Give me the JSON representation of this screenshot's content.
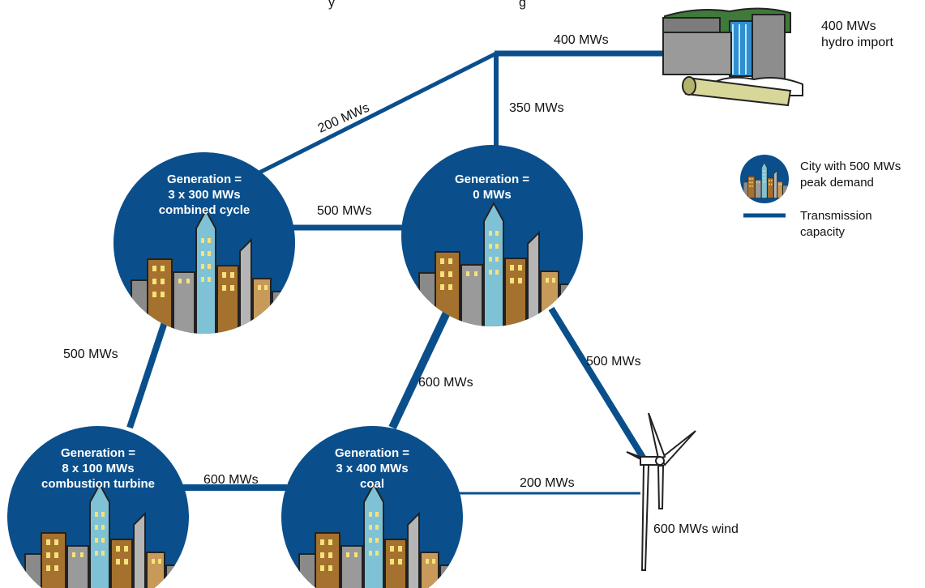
{
  "colors": {
    "line": "#0a4f8c",
    "circle": "#0a4f8c",
    "gen_text": "#ffffff"
  },
  "header_fragment": "y",
  "header_fragment_2": "g",
  "cities": [
    {
      "id": "nw",
      "lines": [
        "Generation =",
        "3 x 300 MWs",
        "combined cycle"
      ]
    },
    {
      "id": "ne",
      "lines": [
        "Generation =",
        "0 MWs"
      ]
    },
    {
      "id": "sw",
      "lines": [
        "Generation =",
        "8 x 100 MWs",
        "combustion turbine"
      ]
    },
    {
      "id": "se",
      "lines": [
        "Generation =",
        "3 x 400 MWs",
        "coal"
      ]
    }
  ],
  "links": {
    "hydro_line": "400 MWs",
    "junction_to_ne": "350 MWs",
    "nw_to_junction": "200 MWs",
    "nw_to_ne": "500 MWs",
    "nw_to_sw": "500 MWs",
    "ne_to_se": "600 MWs",
    "ne_to_wind": "500 MWs",
    "sw_to_se": "600 MWs",
    "se_to_wind": "200 MWs"
  },
  "hydro": {
    "label_line1": "400 MWs",
    "label_line2": "hydro import",
    "icon": "hydro-dam-icon"
  },
  "wind": {
    "label": "600 MWs wind",
    "icon": "wind-turbine-icon"
  },
  "legend": {
    "city_line1": "City with 500 MWs",
    "city_line2": "peak demand",
    "line_line1": "Transmission",
    "line_line2": "capacity"
  }
}
